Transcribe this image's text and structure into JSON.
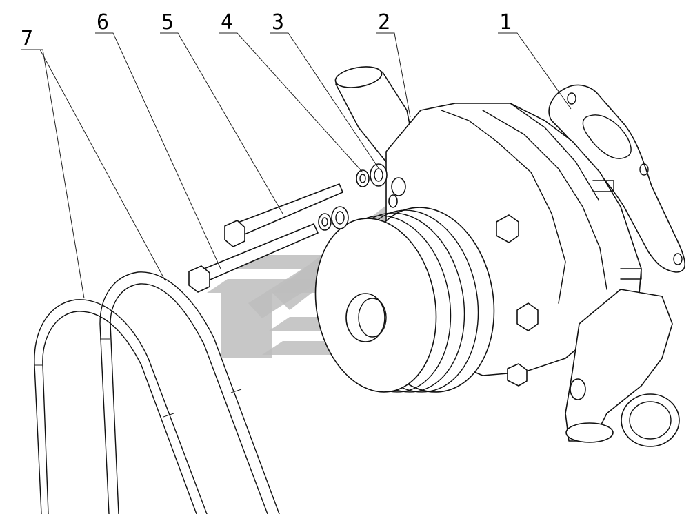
{
  "callouts": [
    {
      "id": "1",
      "label": "1"
    },
    {
      "id": "2",
      "label": "2"
    },
    {
      "id": "3",
      "label": "3"
    },
    {
      "id": "4",
      "label": "4"
    },
    {
      "id": "5",
      "label": "5"
    },
    {
      "id": "6",
      "label": "6"
    },
    {
      "id": "7",
      "label": "7"
    }
  ],
  "colors": {
    "line": "#111111",
    "watermark": "#bdbdbd",
    "background": "#ffffff"
  }
}
